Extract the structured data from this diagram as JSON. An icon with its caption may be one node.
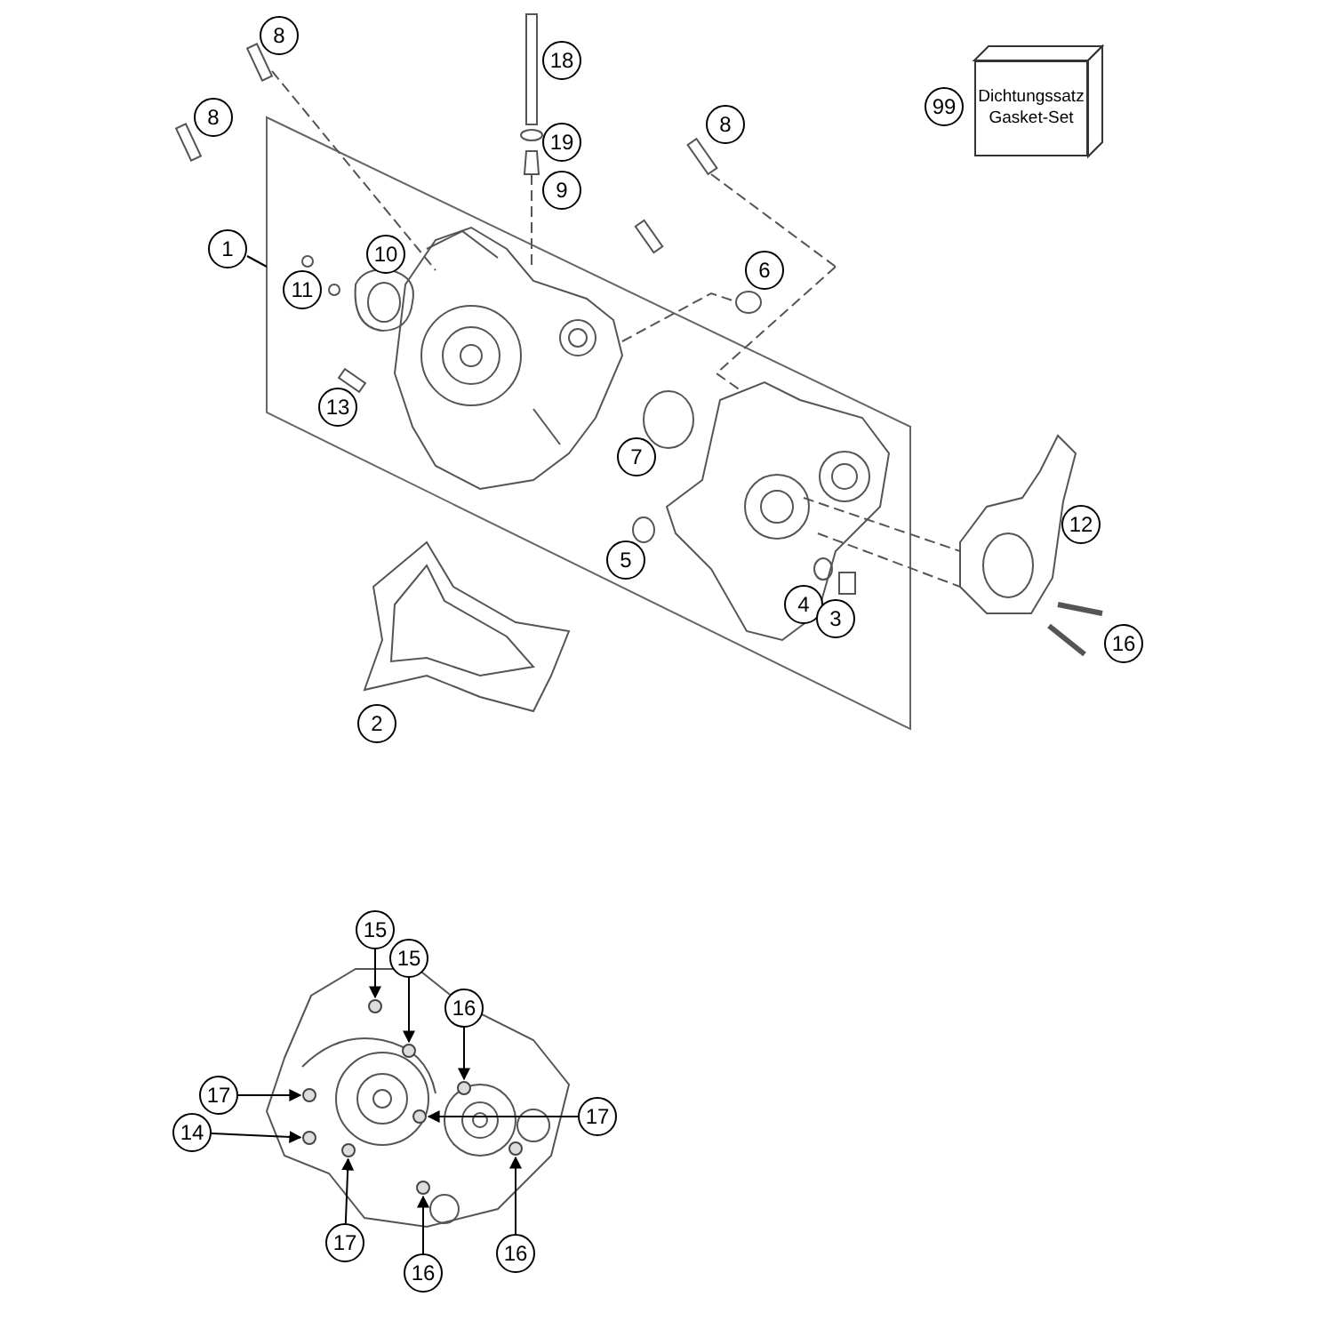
{
  "diagram": {
    "nodes": [
      {
        "text": [
          "Dichtungssatz",
          "Gasket-Set"
        ]
      },
      {
        "text": [
          "8"
        ]
      },
      {
        "text": [
          "18"
        ]
      },
      {
        "text": [
          "99"
        ]
      },
      {
        "text": [
          "8"
        ]
      },
      {
        "text": [
          "8"
        ]
      },
      {
        "text": [
          "19"
        ]
      },
      {
        "text": [
          "9"
        ]
      },
      {
        "text": [
          "1"
        ]
      },
      {
        "text": [
          "10"
        ]
      },
      {
        "text": [
          "6"
        ]
      },
      {
        "text": [
          "11"
        ]
      },
      {
        "text": [
          "13"
        ]
      },
      {
        "text": [
          "7"
        ]
      },
      {
        "text": [
          "12"
        ]
      },
      {
        "text": [
          "5"
        ]
      },
      {
        "text": [
          "4"
        ]
      },
      {
        "text": [
          "3"
        ]
      },
      {
        "text": [
          "16"
        ]
      },
      {
        "text": [
          "2"
        ]
      },
      {
        "text": [
          "15"
        ]
      },
      {
        "text": [
          "15"
        ]
      },
      {
        "text": [
          "16"
        ]
      },
      {
        "text": [
          "17"
        ]
      },
      {
        "text": [
          "17"
        ]
      },
      {
        "text": [
          "14"
        ]
      },
      {
        "text": [
          "17"
        ]
      },
      {
        "text": [
          "16"
        ]
      },
      {
        "text": [
          "16"
        ]
      },
      {
        "text": [],
        "shape": "circle"
      },
      {
        "text": [],
        "shape": "circle"
      },
      {
        "text": [],
        "shape": "circle"
      },
      {
        "text": [],
        "shape": "circle"
      },
      {
        "text": [],
        "shape": "circle"
      },
      {
        "text": [],
        "shape": "circle"
      },
      {
        "text": [],
        "shape": "circle"
      },
      {
        "text": [],
        "shape": "circle"
      },
      {
        "text": [],
        "shape": "circle"
      }
    ],
    "edges": [
      {
        "from": 20,
        "to": 29,
        "arrow": "to"
      },
      {
        "from": 21,
        "to": 30,
        "arrow": "to"
      },
      {
        "from": 22,
        "to": 31,
        "arrow": "to"
      },
      {
        "from": 23,
        "to": 32,
        "arrow": "to"
      },
      {
        "from": 24,
        "to": 33,
        "arrow": "to"
      },
      {
        "from": 25,
        "to": 34,
        "arrow": "to"
      },
      {
        "from": 26,
        "to": 35,
        "arrow": "to"
      },
      {
        "from": 27,
        "to": 36,
        "arrow": "to"
      },
      {
        "from": 28,
        "to": 37,
        "arrow": "to"
      }
    ]
  }
}
